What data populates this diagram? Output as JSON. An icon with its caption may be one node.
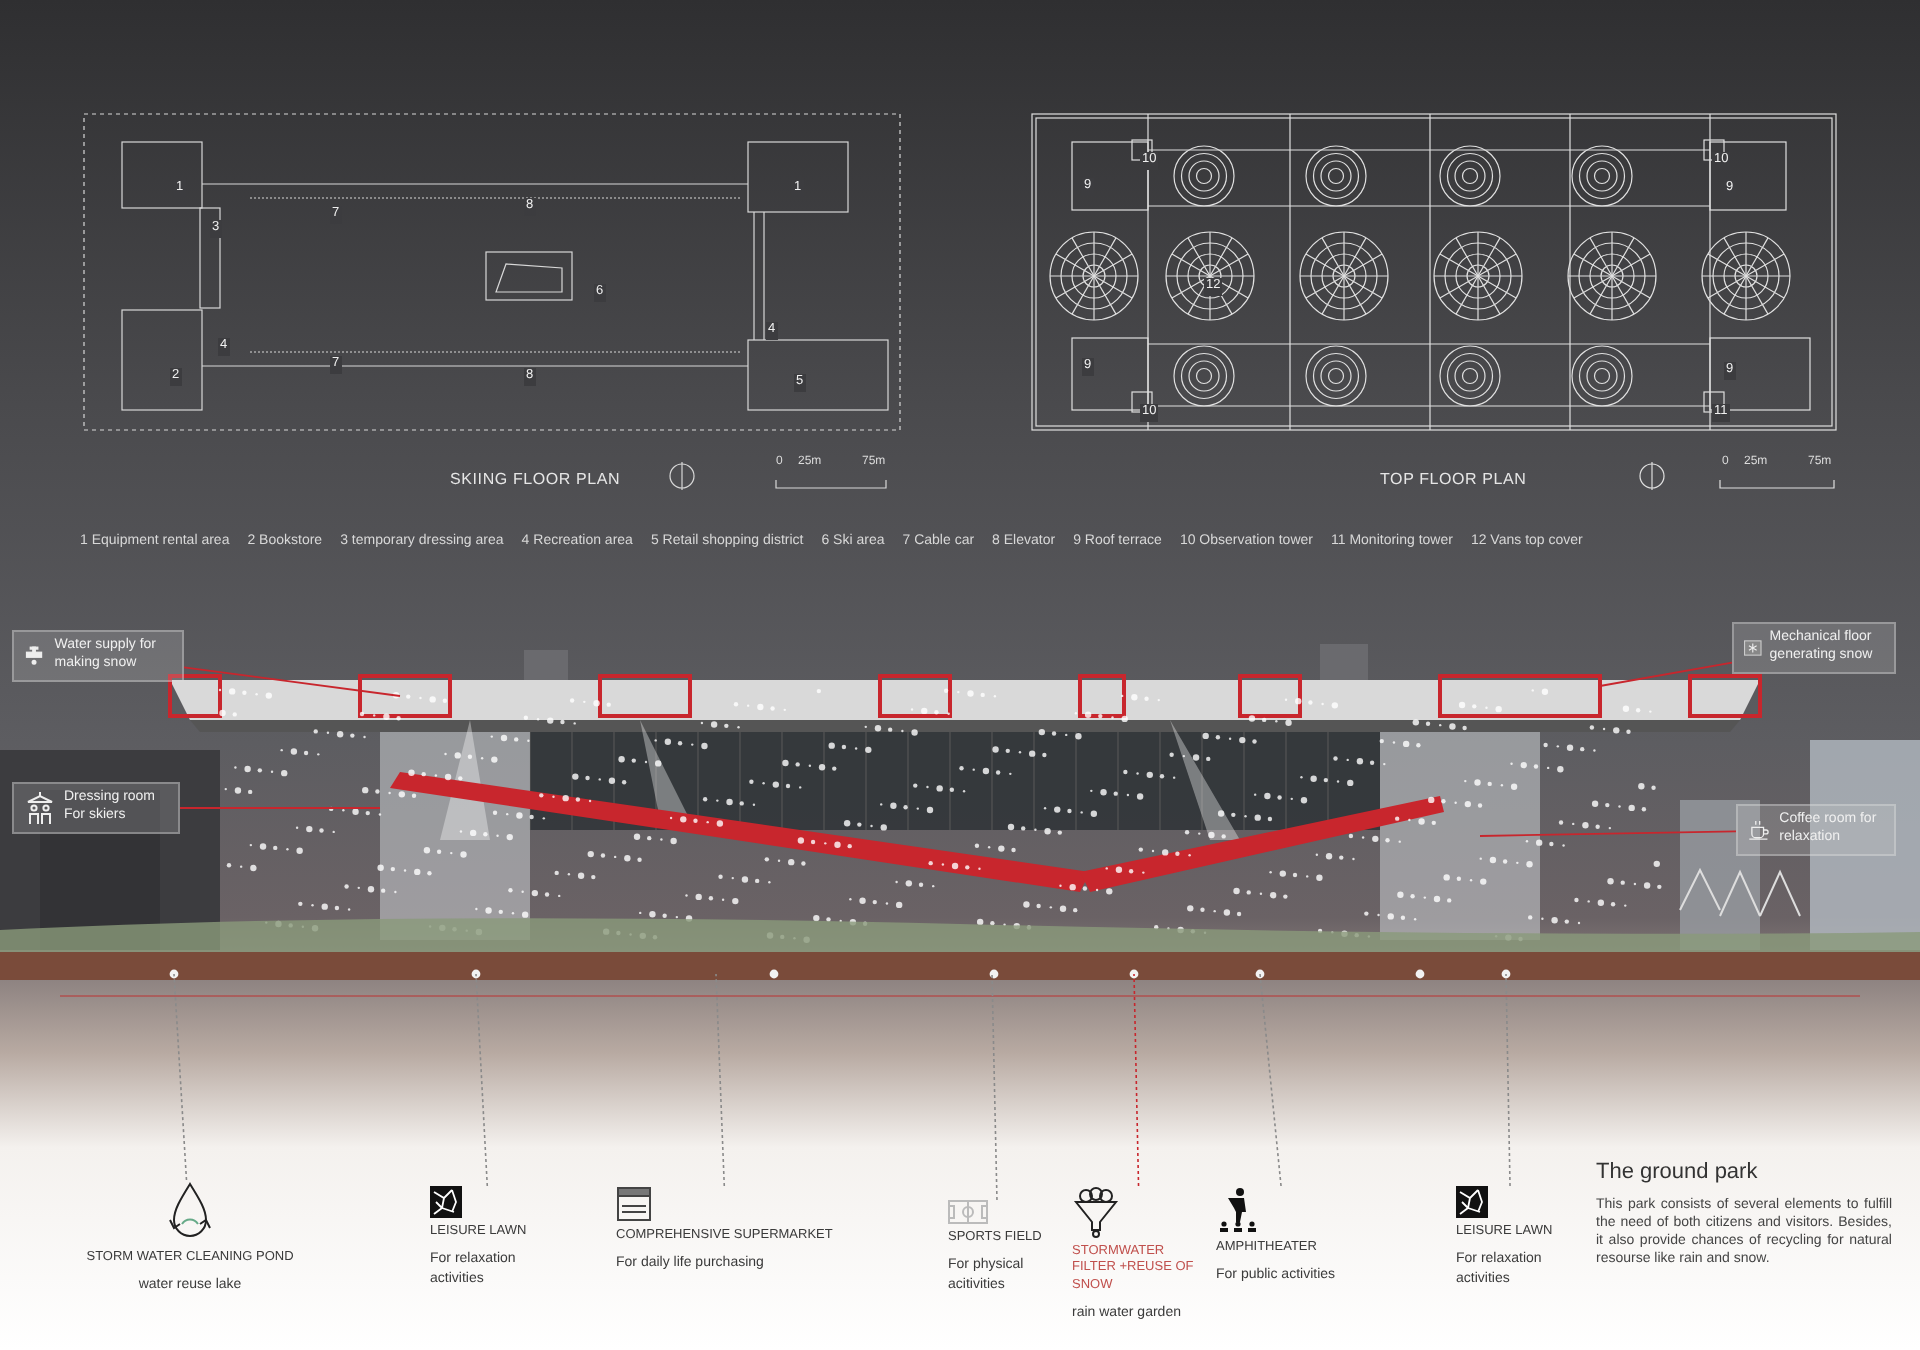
{
  "diagram": {
    "nodes": [
      {
        "text": [
          "Water supply for making snow"
        ]
      },
      {
        "text": [
          "Dressing room",
          "For skiers"
        ]
      },
      {
        "text": [
          "Mechanical floor generating snow"
        ]
      },
      {
        "text": [
          "Coffee room for relaxation"
        ]
      },
      {
        "text": [
          "STORM WATER CLEANING POND",
          "water reuse lake"
        ]
      },
      {
        "text": [
          "LEISURE LAWN",
          "For relaxation activities"
        ]
      },
      {
        "text": [
          "COMPREHENSIVE SUPERMARKET",
          "For daily life purchasing"
        ]
      },
      {
        "text": [
          "SPORTS FIELD",
          "For physical acitivities"
        ]
      },
      {
        "text": [
          "STORMWATER FILTER +REUSE OF SNOW",
          "rain water garden"
        ]
      },
      {
        "text": [
          "AMPHITHEATER",
          "For public activities"
        ]
      },
      {
        "text": [
          "LEISURE LAWN",
          "For relaxation activities"
        ]
      }
    ],
    "edges": [
      {
        "from": 0,
        "to": null,
        "arrow": "none",
        "color": "#c8262d"
      },
      {
        "from": 1,
        "to": null,
        "arrow": "none",
        "color": "#c8262d"
      },
      {
        "from": 2,
        "to": null,
        "arrow": "none",
        "color": "#c8262d"
      },
      {
        "from": 3,
        "to": null,
        "arrow": "none",
        "color": "#c8262d"
      },
      {
        "from": 4,
        "to": null,
        "arrow": "none",
        "style": "dashed"
      },
      {
        "from": 5,
        "to": null,
        "arrow": "none",
        "style": "dashed"
      },
      {
        "from": 6,
        "to": null,
        "arrow": "none",
        "style": "dashed"
      },
      {
        "from": 7,
        "to": null,
        "arrow": "none",
        "style": "dashed"
      },
      {
        "from": 8,
        "to": null,
        "arrow": "none",
        "style": "dashed",
        "color": "#c8262d"
      },
      {
        "from": 9,
        "to": null,
        "arrow": "none",
        "style": "dashed"
      },
      {
        "from": 10,
        "to": null,
        "arrow": "none",
        "style": "dashed"
      }
    ],
    "labels": [
      "1",
      "1",
      "3",
      "8",
      "7",
      "6",
      "4",
      "4",
      "2",
      "7",
      "8",
      "5",
      "10",
      "10",
      "9",
      "9",
      "12",
      "9",
      "9",
      "10",
      "11",
      "SKIING FLOOR PLAN",
      "0",
      "25m",
      "75m",
      "TOP FLOOR PLAN",
      "0",
      "25m",
      "75m",
      "1 Equipment rental area",
      "2 Bookstore",
      "3 temporary dressing area",
      "4 Recreation area",
      "5 Retail shopping district",
      "6 Ski area",
      "7 Cable car",
      "8 Elevator",
      "9 Roof terrace",
      "10 Observation tower",
      "11 Monitoring tower",
      "12 Vans top cover",
      "The ground park",
      "This park consists of several elements to fulfill the need of both citizens and visitors. Besides, it also provide chances of recycling for natural resourse like rain and snow."
    ]
  }
}
